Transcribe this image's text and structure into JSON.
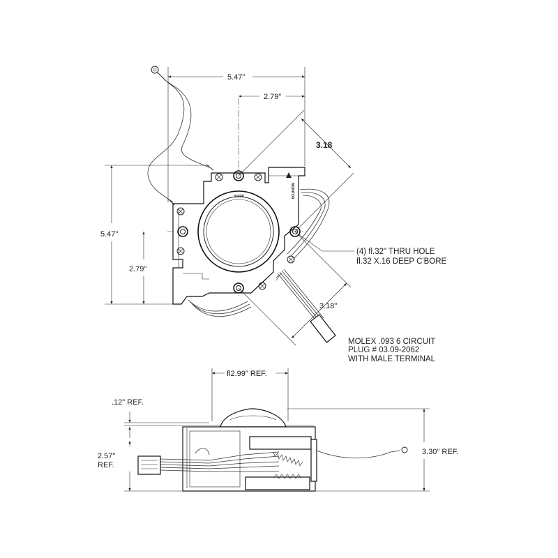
{
  "top_view": {
    "dim_overall_width": "5.47\"",
    "dim_center_offset_x": "2.79\"",
    "dim_diagonal_upper": "3.18",
    "dim_overall_height": "5.47\"",
    "dim_center_offset_y": "2.79\"",
    "dim_diagonal_lower": "3.18\"",
    "hole_note_line1": "(4) fl.32\" THRU HOLE",
    "hole_note_line2": "fl.32 X.16 DEEP C'BORE",
    "connector_note_line1": "MOLEX .093 6 CIRCUIT",
    "connector_note_line2": "PLUG # 03.09-2062",
    "connector_note_line3": "WITH MALE TERMINAL"
  },
  "side_view": {
    "dim_dome_diameter": "fl2.99\" REF.",
    "dim_top_offset": ".12\" REF.",
    "dim_height_left_line1": "2.57\"",
    "dim_height_left_line2": "REF.",
    "dim_height_right": "3.30\" REF."
  }
}
